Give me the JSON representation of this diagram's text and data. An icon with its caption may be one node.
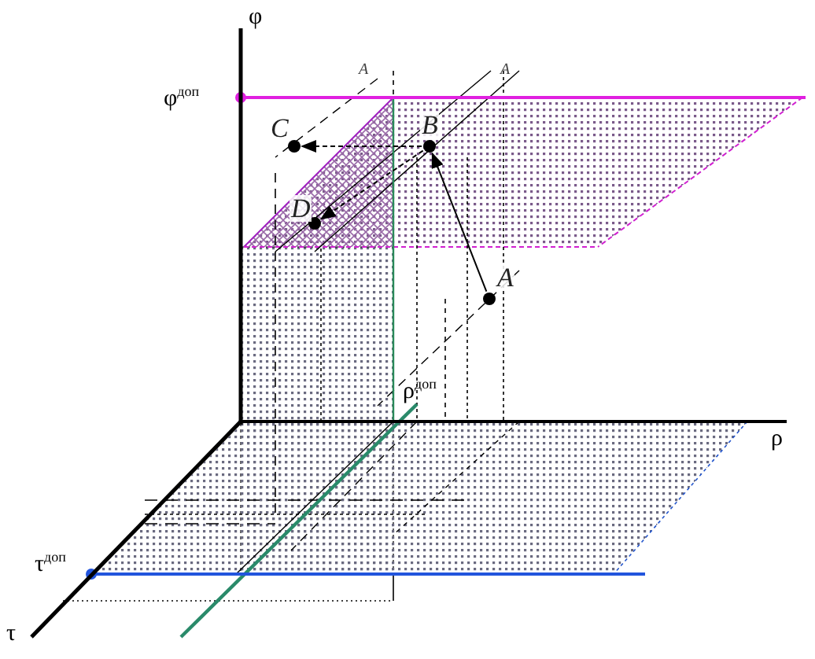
{
  "diagram": {
    "nodes": [
      {
        "text": [
          "C"
        ]
      },
      {
        "text": [
          "B"
        ]
      },
      {
        "text": [
          "D"
        ]
      },
      {
        "text": [
          "A"
        ]
      }
    ],
    "edges": [
      {
        "from": 3,
        "to": 1,
        "arrow": "to"
      },
      {
        "from": 1,
        "to": 0,
        "arrow": "to",
        "style": "dashed"
      },
      {
        "from": 1,
        "to": 2,
        "arrow": "to",
        "style": "dashed"
      }
    ],
    "labels": [
      "φ",
      "A",
      "A",
      "φ$^{доп}$",
      "ρ$^{доп}$",
      "ρ",
      "τ$^{доп}$",
      "τ"
    ]
  }
}
